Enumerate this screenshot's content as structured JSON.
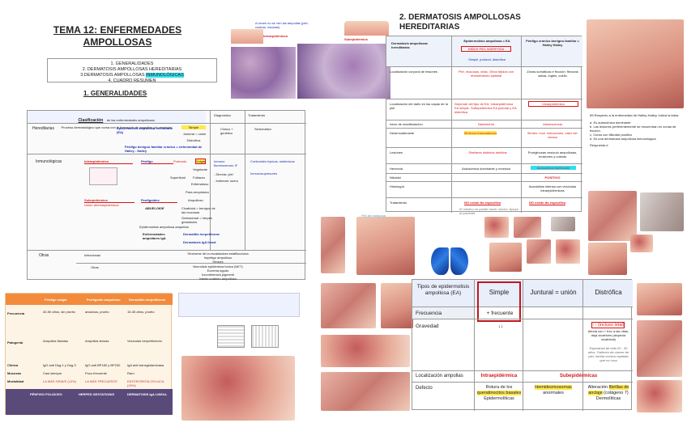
{
  "page1": {
    "title_line1": "TEMA 12: ENFERMEDADES",
    "title_line2": "AMPOLLOSAS",
    "toc": [
      "1. GENERALIDADES",
      "2. DERMATOSIS AMPOLLOSAS HEREDITARIAS",
      "3.DERMATOSIS AMPOLLOSAS ",
      "4. CUADRO RESUMEN"
    ],
    "toc_highlight": "INMUNOLÓGICAS",
    "section": "1. GENERALIDADES",
    "histo_caption": "A veces no se ven las ampollas (piel, costras, escaras)",
    "histo_label_a": "Intraepidérmica",
    "histo_label_b": "Subepidérmica",
    "classification": {
      "title": "Clasificación",
      "subtitle": "de las enfermedades ampollosas:",
      "caption": "Proceso dermatológico que cursa con la formación de ampollas y/o vesículas",
      "col_diag": "Diagnóstico",
      "col_trat": "Tratamiento",
      "hereditarias": "Hereditarias",
      "eah": "Epidermolisis ampollosa hereditaria (EA)",
      "simple": "Simple",
      "juntural": "Juntural = unión",
      "distrofica": "Distrófica",
      "hailey": "Pénfigo benigno familiar crónico = enfermedad de Hailey - Hailey",
      "clinico": "Clínico + genético",
      "sintomatico": "Sintomático",
      "inmunologicas": "Inmunológicas",
      "intraepidermica": "Intraepidérmica",
      "penfigo": "Pénfigo",
      "profundo": "Profundo",
      "vulgar": "Vulgar",
      "vegetante": "Vegetante",
      "superficial": "Superficial",
      "foliaceo": "Foliáceo",
      "eritematoso": "Eritematoso",
      "paraneoplasico": "Para-neoplásico",
      "inmuno_fluor": "Inmuno fluorescencia: IF",
      "directa": "- Directa: piel",
      "indirecta": "- Indirecta: suero",
      "corticoides": "Corticoides tópicos, sistémicos",
      "inmunosupresores": "Inmunosupresores",
      "subepidermica": "Subepidérmica",
      "union": "Unión dermoepidérmica",
      "penfigoides": "Penfigoides",
      "abuelo": "ABUELOIDE",
      "ampolloso": "Ampolloso",
      "cicatricial": "Cicatricial = benigno de las mucosas",
      "gestacional": "Gestacional = herpes gestationis",
      "epid_adquirida": "Epidermolisis ampollosa adquirida",
      "iga": "Enfermedades ampollares IgA",
      "herpetiforme": "Dermatitis herpetiforme",
      "lineal_iga": "Dermatosis IgA lineal",
      "otras": "Otras",
      "infecciosas": "Infecciosas",
      "infecciosas_list": [
        "Síndrome de la escaldadura estafilocócica",
        "Impétigo ampolloso",
        "Herpes"
      ],
      "otras_sub": "Otras",
      "otras_list": [
        "Necrolisis epidérmica tóxica (NET)",
        "Eccema agudo",
        "Incontinencia pigmenti",
        "Infarto cutáneo ampolloso",
        "Porfiria cutánea tarda",
        "Bullosis diabética"
      ]
    },
    "penfigo_table": {
      "headers": [
        "",
        "Pénfigo vulgar",
        "Penfigoide ampolloso",
        "Dermatitis herpetiforme"
      ],
      "rows": [
        [
          "Frecuencia",
          "40-50 años, sin prurito",
          "ancianos, prurito",
          "15-35 años, prurito"
        ],
        [
          "Patogenia",
          "Ampollas flácidas",
          "Ampollas tensas",
          "Vesículas herpetiformes"
        ],
        [
          "Clínica",
          "IgG anti Dsg-1 y Dsg-3",
          "IgG anti BP180 y BP230",
          "IgA anti-transglutaminasa"
        ],
        [
          "Mucosas",
          "Casi siempre",
          "Poco frecuente",
          "Raro"
        ],
        [
          "Mortalidad",
          "LA MÁS GRAVE (10%)",
          "LA MÁS FRECUENTE",
          "ENTEROPATÍA CELIACA (15%)"
        ]
      ],
      "footer": [
        "PÉNFIGO FOLIÁCEO",
        "HERPES GESTATIONIS",
        "DERMATOSIS IgA LINEAL"
      ]
    }
  },
  "page2": {
    "title_line1": "2. DERMATOSIS AMPOLLOSAS",
    "title_line2": "HEREDITARIAS",
    "table": {
      "h0": "Dermatosis ampollosas hereditarias",
      "h1": "Epidermolisis ampollosa = EA",
      "h1_box": "NIÑOS PIEL MARIPOSA",
      "h1_sub": "Simple, juntural, distrófica",
      "h2": "Pénfigo crónico benigno familiar = Hailey Hailey",
      "rows": [
        {
          "label": "Localización corporal de lesiones",
          "ea": "Piel, mucosas, uñas. Otros tejidos con revestimiento epitelial",
          "hh": "Zonas somáticas e fricción: flexuras axilas, ingles, cuello"
        },
        {
          "label": "Localización del daño en las capas de la piel",
          "ea": "Depende del tipo de EA: Intraepidérmica EA simple, Subepidérmica EA juntural y EA distrófica",
          "hh": "Intraepidérmica"
        },
        {
          "label": "Inicio de manifestación",
          "ea": "Nacimiento",
          "hh": "Adolescencia"
        },
        {
          "label": "Desencadenante",
          "ea": "Mínimos traumatismos",
          "hh": "Brotes: roce, infecciones, calor del verano"
        },
        {
          "label": "Lesiones",
          "ea": "Similares distintos ámbitos",
          "hh": "Pruriginosas vesículo ampollosas, erosiones y costras"
        },
        {
          "label": "Herencia",
          "ea": "Autosómica dominante y recesiva",
          "hh": "Autosómica dominante"
        },
        {
          "label": "Nikolski",
          "ea": "",
          "hh": "POSITIVO"
        },
        {
          "label": "Histología",
          "ea": "",
          "hh": "Acantolisis intensa con vesículas intraepidérmicas"
        },
        {
          "label": "Tratamiento",
          "ea": "NO existe tto específico",
          "hh": "NO existe tto específico"
        }
      ],
      "note": "El médico no puede hacer mucho. Apoyo al paciente."
    },
    "quiz": {
      "q": "59.Respecto a la enfermedad de Hailey-Hailey, indica la falsa:",
      "a": "a. Es autosómica dominante",
      "b": "b. Las lesiones preferentemente se encuentran en zonas de fricción.",
      "c": "c. Cursa con Nikolski positivo",
      "d": "d. Es una dermatosis ampollosa inmunológica",
      "ans": "Respuesta d"
    },
    "photo_label": "Piel de mariposa",
    "ea_table": {
      "headers": [
        "Tipos de epidermolisis ampollosa (EA)",
        "Simple",
        "Juntural = unión",
        "Distrófica"
      ],
      "frecuencia": [
        "Frecuencia",
        "+ frecuente",
        "",
        ""
      ],
      "gravedad_label": "Gravedad",
      "gravedad_simple": "↓↓",
      "gravedad_dist": "↑↑ (incluso letal)",
      "gravedad_dist_detail": "Afecta con + frec a las uñas, deja cicatrices (alopecia cicatricial)",
      "gravedad_dist_extra": "Esperanza de vida 20 - 30 años. Fallecen de cáncer de piel, herida crónica repetida que no cura",
      "loc": [
        "Localización ampollas",
        "Intraepidérmica",
        "Subepidérmicas"
      ],
      "defecto_label": "Defecto",
      "defecto_simple_a": "Rotura de los ",
      "defecto_simple_hl": "queratinocitos basales",
      "defecto_simple_b": "Epidermolíticas",
      "defecto_junt": "Hemidesmosomas",
      "defecto_junt_b": "anormales",
      "defecto_dist_a": "Alteración ",
      "defecto_dist_hl": "fibrillas de anclaje",
      "defecto_dist_b": " (colágeno 7)",
      "defecto_dist_c": "Dermolíticas"
    }
  },
  "colors": {
    "red": "#d81b1b",
    "blue": "#1a2fb0",
    "yellow": "#ffe94d",
    "cyan": "#2ee0ee",
    "orange_header": "#f28b3c"
  }
}
